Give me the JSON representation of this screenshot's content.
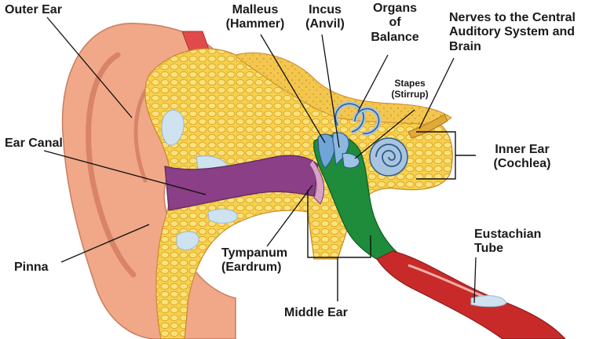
{
  "diagram": {
    "labels": {
      "outer_ear": "Outer Ear",
      "ear_canal": "Ear Canal",
      "pinna": "Pinna",
      "malleus": "Malleus\n(Hammer)",
      "incus": "Incus\n(Anvil)",
      "organs_of_balance": "Organs\nof\nBalance",
      "nerves": "Nerves to the Central\nAuditory System and\nBrain",
      "stapes": "Stapes\n(Stirrup)",
      "inner_ear": "Inner Ear\n(Cochlea)",
      "tympanum": "Tympanum\n(Eardrum)",
      "eustachian_tube": "Eustachian\nTube",
      "middle_ear": "Middle Ear"
    },
    "colors": {
      "skin": "#f0a888",
      "skin_shadow": "#d98468",
      "bone_fat": "#f6d24a",
      "bone_cells": "#e2a72e",
      "ear_canal": "#8a3f86",
      "middle_ear_cavity": "#1e8c3a",
      "cochlea": "#a9c4df",
      "eustachian_tube": "#c82a2a",
      "muscle": "#e04a4a"
    }
  }
}
